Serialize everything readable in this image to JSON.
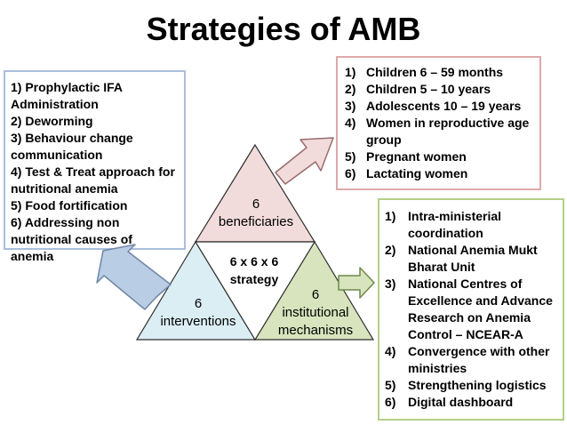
{
  "title": "Strategies of AMB",
  "interventions_box": {
    "items": [
      "1) Prophylactic IFA Administration",
      "2) Deworming",
      "3) Behaviour change communication",
      "4) Test & Treat approach for nutritional anemia",
      "5) Food fortification",
      "6) Addressing non nutritional causes of anemia"
    ]
  },
  "beneficiaries_box": {
    "items": [
      {
        "num": "1)",
        "text": "Children 6 – 59 months"
      },
      {
        "num": "2)",
        "text": "Children 5 – 10 years"
      },
      {
        "num": "3)",
        "text": "Adolescents 10 – 19 years"
      },
      {
        "num": "4)",
        "text": "Women in reproductive age group"
      },
      {
        "num": "5)",
        "text": "Pregnant women"
      },
      {
        "num": "6)",
        "text": "Lactating women"
      }
    ]
  },
  "mechanisms_box": {
    "items": [
      {
        "num": "1)",
        "text": "Intra-ministerial coordination"
      },
      {
        "num": "2)",
        "text": "National Anemia Mukt Bharat Unit"
      },
      {
        "num": "3)",
        "text": "National Centres of Excellence and Advance Research on Anemia Control – NCEAR-A"
      },
      {
        "num": "4)",
        "text": "Convergence with other ministries"
      },
      {
        "num": "5)",
        "text": "Strengthening logistics"
      },
      {
        "num": "6)",
        "text": "Digital dashboard"
      }
    ]
  },
  "triangle": {
    "top_num": "6",
    "top_label": "beneficiaries",
    "center_line1": "6 x 6 x 6",
    "center_line2": "strategy",
    "left_num": "6",
    "left_label": "interventions",
    "right_num": "6",
    "right_label1": "institutional",
    "right_label2": "mechanisms"
  },
  "colors": {
    "top_triangle": "#f2dcdb",
    "left_triangle": "#dbeef4",
    "right_triangle": "#d7e4bd",
    "center_triangle": "#ffffff",
    "left_arrow": "#b9cde5",
    "top_arrow": "#f2dcdb",
    "right_arrow": "#d7e4bd",
    "left_box_border": "#a9bfdc",
    "top_box_border": "#e0a9aa",
    "right_box_border": "#b5cf8a"
  }
}
